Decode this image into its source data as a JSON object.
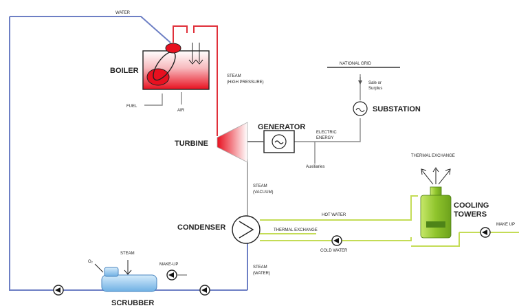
{
  "labels": {
    "water": "WATER",
    "boiler": "BOILER",
    "fuel": "FUEL",
    "air": "AIR",
    "steam_high_1": "STEAM",
    "steam_high_2": "(HIGH PRESSURE)",
    "national_grid": "NATIONAL GRID",
    "sale_1": "Sale or",
    "sale_2": "Surplus",
    "substation": "SUBSTATION",
    "generator": "GENERATOR",
    "electric_1": "ELECTRIC",
    "electric_2": "ENERGY",
    "auxiliaries": "Auxiliaries",
    "turbine": "TURBINE",
    "thermal_exchange_top": "THERMAL EXCHANGE",
    "steam_vacuum_1": "STEAM",
    "steam_vacuum_2": "(VACUUM)",
    "cooling_1": "COOLING",
    "cooling_2": "TOWERS",
    "hot_water": "HOT WATER",
    "condenser": "CONDENSER",
    "thermal_exchange_mid": "THERMAL EXCHANGE",
    "make_up_right": "MAKE UP",
    "cold_water": "COLD WATER",
    "steam_scrubber": "STEAM",
    "o2": "O₂",
    "make_up": "MAKE-UP",
    "steam_water_1": "STEAM",
    "steam_water_2": "(WATER)",
    "scrubber": "SCRUBBER"
  },
  "colors": {
    "feed_pipe": "#6d7fc4",
    "steam_pipe": "#e0303a",
    "cooling_pipe": "#c4dc56",
    "boiler_fill": "#e8101f",
    "tower_fill": "#8fc42c",
    "scrubber_fill": "#8cc2ec"
  },
  "icons": {
    "pump": "pump-icon",
    "generator": "tilde-icon",
    "substation": "transformer-icon",
    "condenser": "chevron-icon"
  }
}
